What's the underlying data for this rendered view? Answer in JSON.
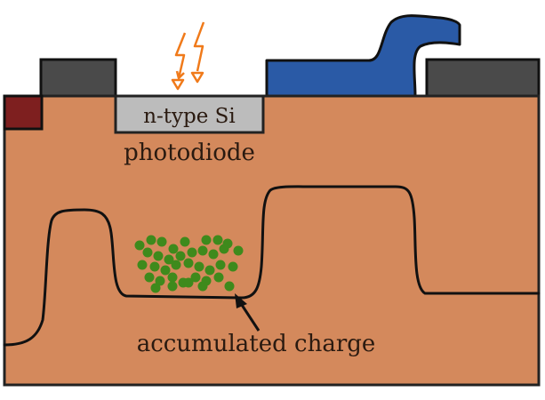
{
  "labels": {
    "region": "n-type Si",
    "photodiode": "photodiode",
    "charge": "accumulated charge"
  },
  "icons": {
    "light": "lightning-bolt-icon"
  },
  "colors": {
    "substrate": "#d4895c",
    "substrate_stroke": "#222222",
    "gate": "#4a4a4a",
    "contact": "#7e1f1f",
    "ntype": "#bcbcbc",
    "wire": "#2a5aa6",
    "charge": "#3e8a1c",
    "lightning": "#f07a1a",
    "text": "#2a1a10"
  }
}
